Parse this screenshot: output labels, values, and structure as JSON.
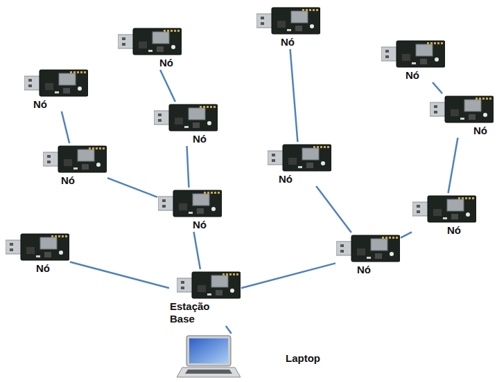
{
  "diagram": {
    "nodes": [
      {
        "text": [
          "Nó"
        ]
      },
      {
        "text": [
          "Nó"
        ]
      },
      {
        "text": [
          "Nó"
        ]
      },
      {
        "text": [
          "Nó"
        ]
      },
      {
        "text": [
          "Nó"
        ]
      },
      {
        "text": [
          "Nó"
        ]
      },
      {
        "text": [
          "Nó"
        ]
      },
      {
        "text": [
          "Nó"
        ]
      },
      {
        "text": [
          "Nó"
        ]
      },
      {
        "text": [
          "Nó"
        ]
      },
      {
        "text": [
          "Nó"
        ]
      },
      {
        "text": [
          "Nó"
        ]
      },
      {
        "text": [
          "Estação Base"
        ]
      },
      {
        "text": [
          "Laptop"
        ]
      }
    ],
    "edges": [
      {
        "from": 3,
        "to": 6,
        "arrow": "none"
      },
      {
        "from": 6,
        "to": 8,
        "arrow": "none"
      },
      {
        "from": 1,
        "to": 5,
        "arrow": "none"
      },
      {
        "from": 5,
        "to": 8,
        "arrow": "none"
      },
      {
        "from": 8,
        "to": 12,
        "arrow": "none"
      },
      {
        "from": 10,
        "to": 12,
        "arrow": "none"
      },
      {
        "from": 0,
        "to": 7,
        "arrow": "none"
      },
      {
        "from": 7,
        "to": 11,
        "arrow": "none"
      },
      {
        "from": 2,
        "to": 4,
        "arrow": "none"
      },
      {
        "from": 4,
        "to": 9,
        "arrow": "none"
      },
      {
        "from": 9,
        "to": 11,
        "arrow": "none"
      },
      {
        "from": 11,
        "to": 12,
        "arrow": "none"
      },
      {
        "from": 12,
        "to": 13,
        "arrow": "none"
      }
    ]
  }
}
